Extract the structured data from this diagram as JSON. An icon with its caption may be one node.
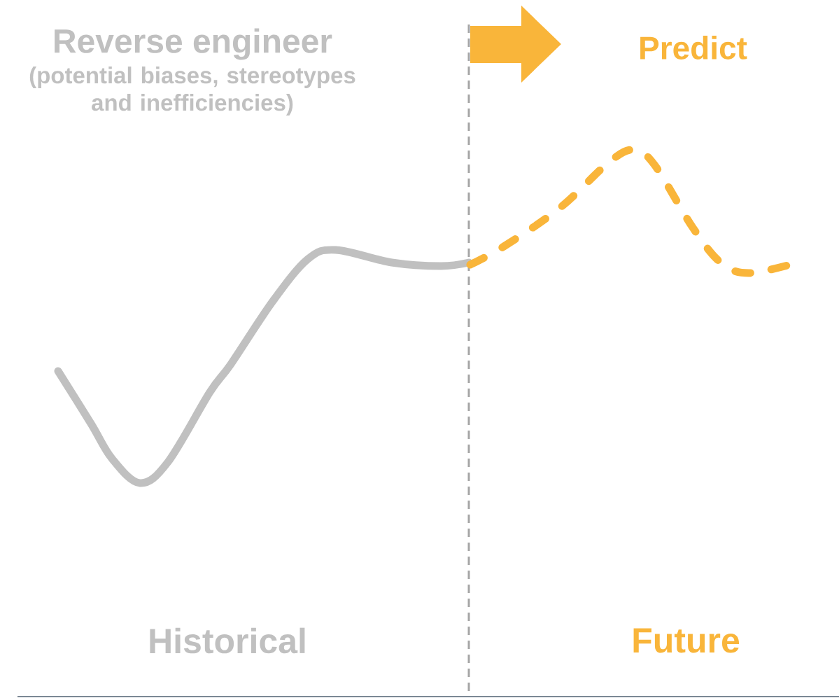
{
  "diagram": {
    "labels": [
      "Reverse engineer",
      "Predict",
      "(potential biases, stereotypes and inefficiencies)",
      "Historical",
      "Future"
    ]
  }
}
